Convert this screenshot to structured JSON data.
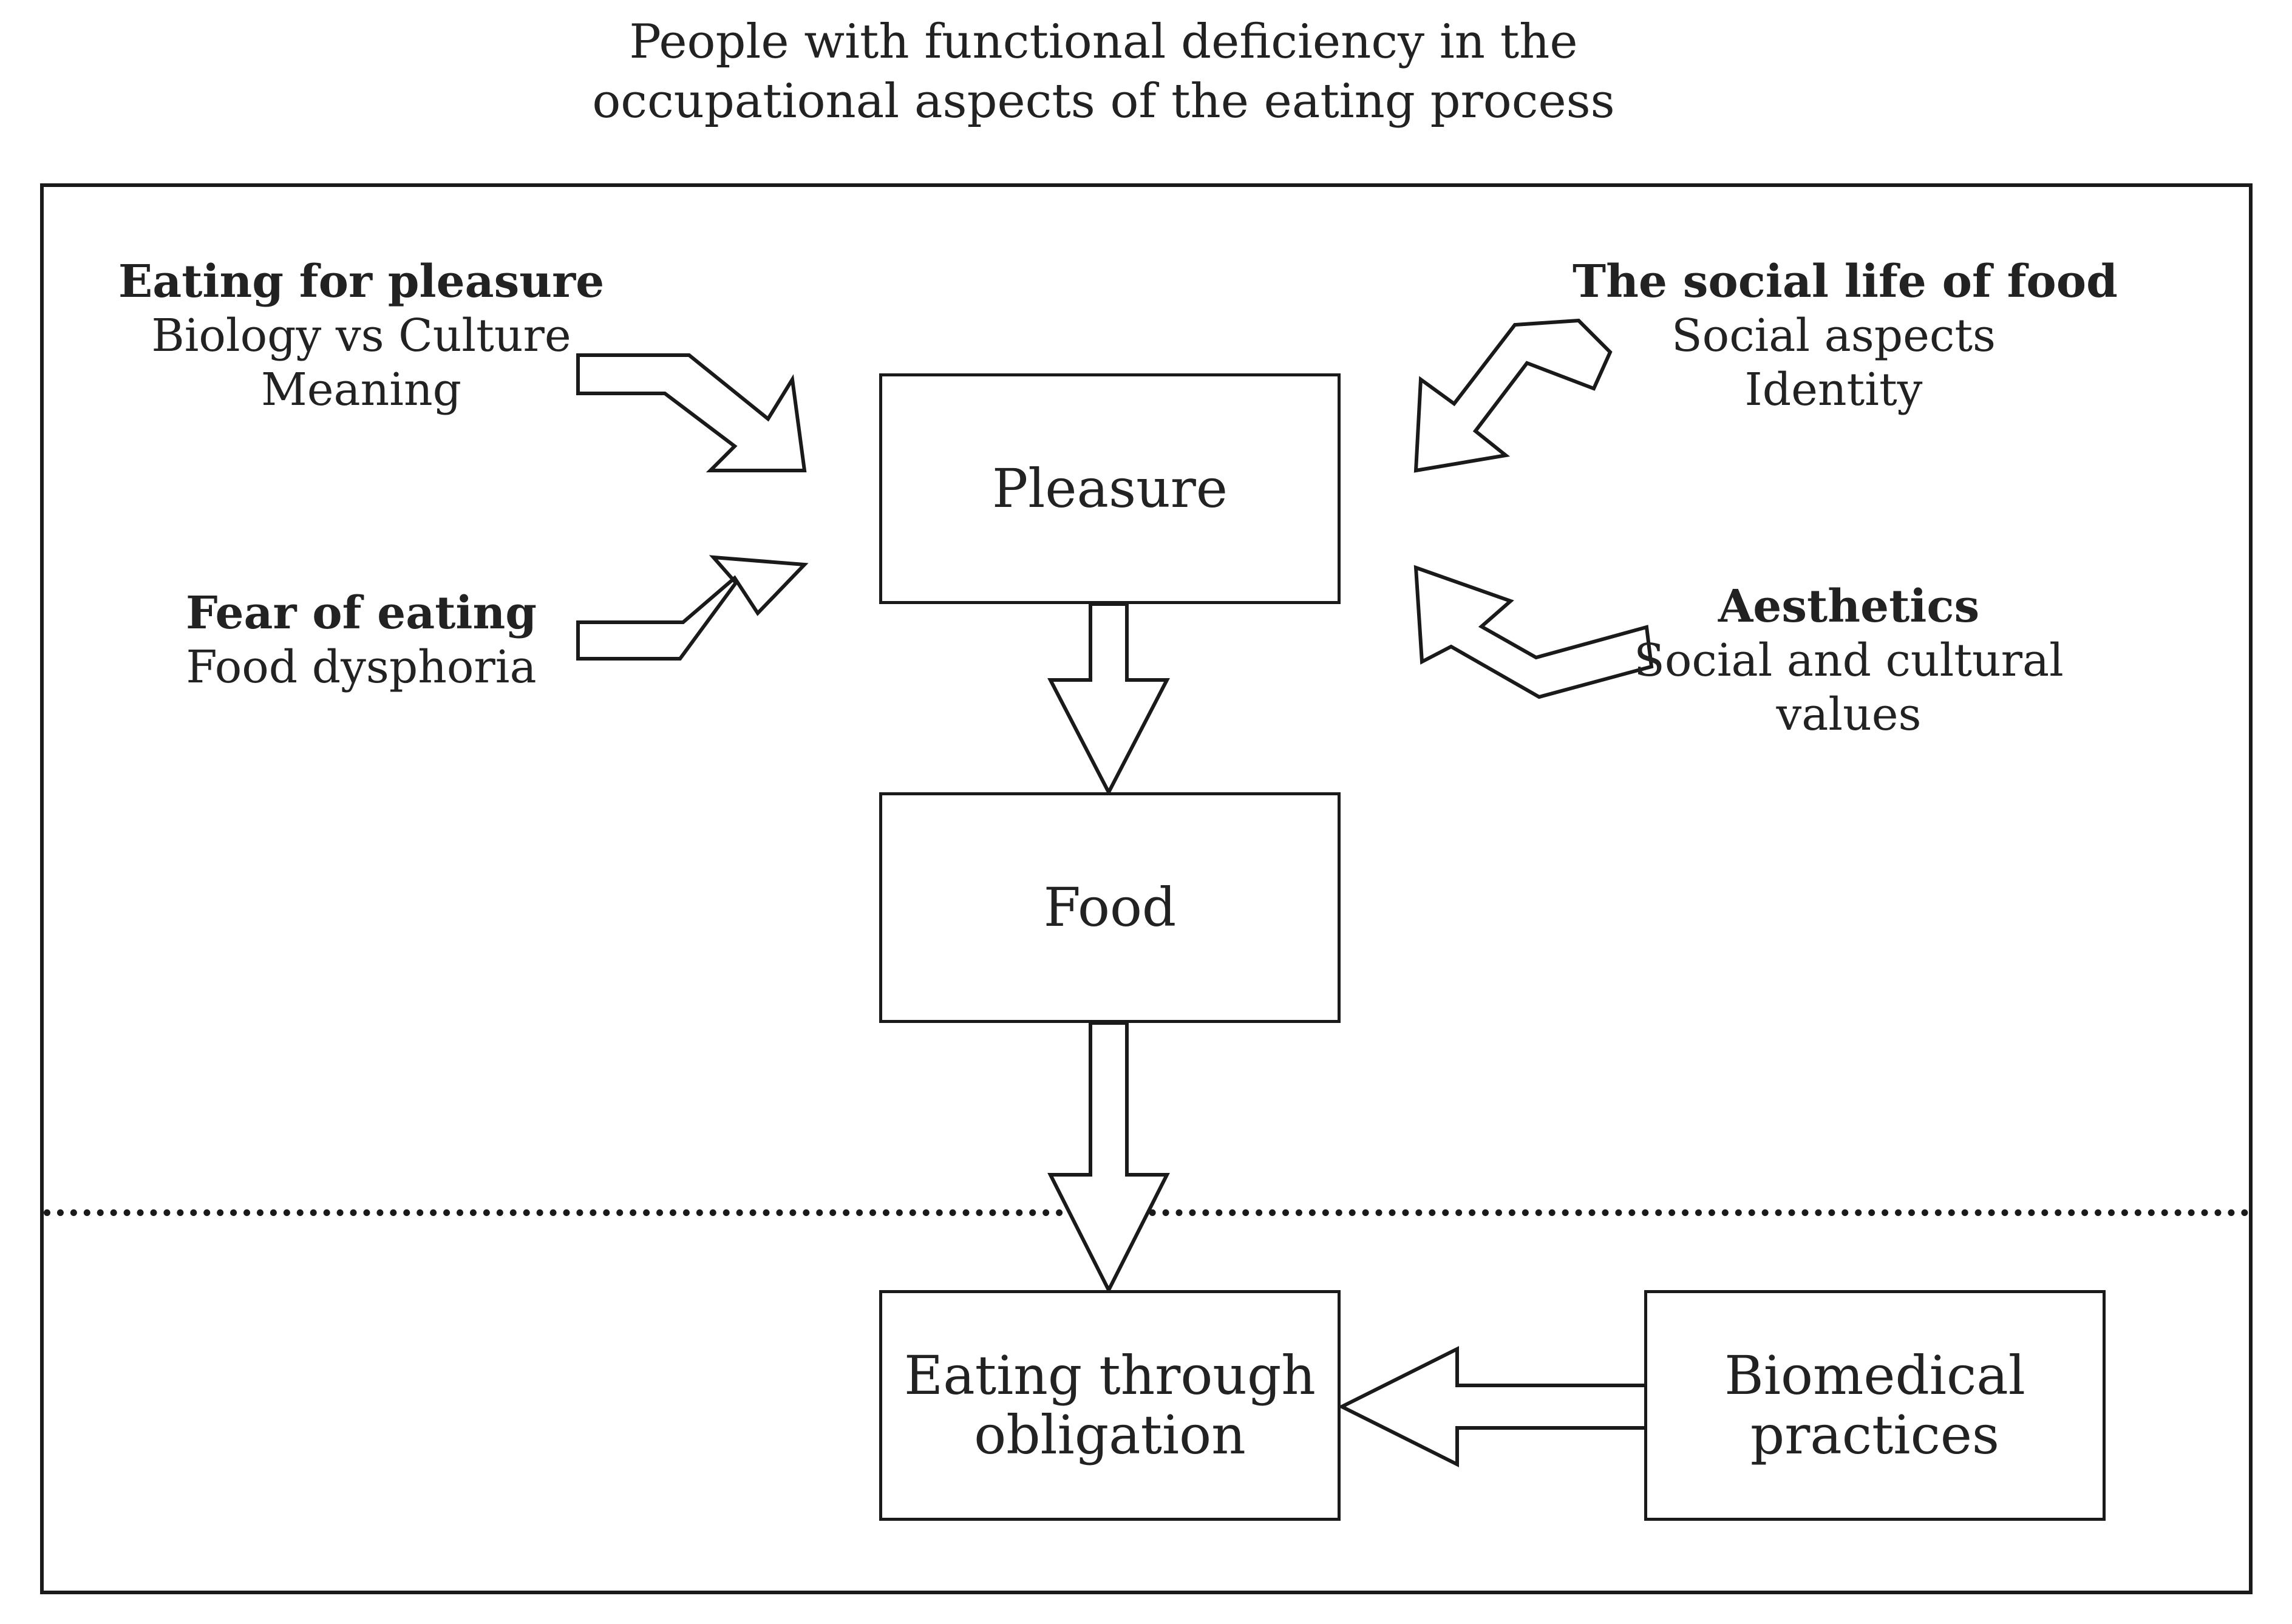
{
  "header": {
    "title_line1": "People with functional deficiency in the",
    "title_line2": "occupational aspects of the eating process"
  },
  "boxes": {
    "pleasure": "Pleasure",
    "food": "Food",
    "eating_obligation_line1": "Eating through",
    "eating_obligation_line2": "obligation",
    "biomedical_line1": "Biomedical",
    "biomedical_line2": "practices"
  },
  "factors": {
    "eating_for_pleasure": {
      "heading": "Eating for pleasure",
      "lines": [
        "Biology vs Culture",
        "Meaning"
      ]
    },
    "fear_of_eating": {
      "heading": "Fear  of eating",
      "lines": [
        "Food dysphoria"
      ]
    },
    "social_life": {
      "heading": "The social life of food",
      "lines": [
        "Social aspects",
        "Identity"
      ]
    },
    "aesthetics": {
      "heading": "Aesthetics",
      "lines": [
        "Social and cultural",
        "values"
      ]
    }
  },
  "colors": {
    "line": "#1a1a1a",
    "text": "#222222",
    "background": "#ffffff"
  }
}
